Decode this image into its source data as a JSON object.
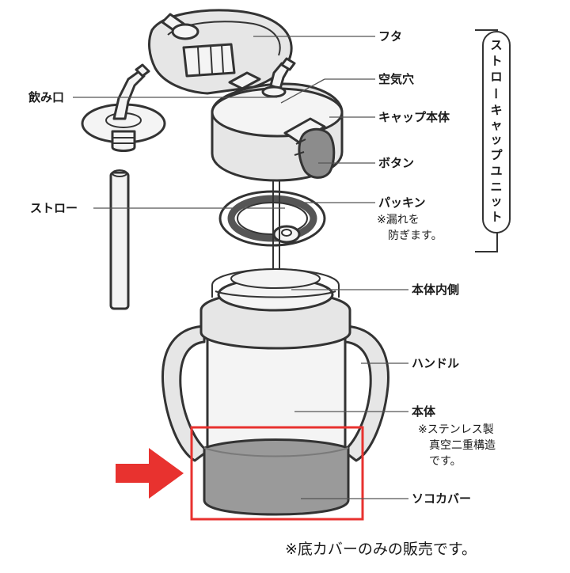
{
  "labels": {
    "futa": "フタ",
    "kuukiana": "空気穴",
    "cap_hontai": "キャップ本体",
    "botan": "ボタン",
    "packing": "パッキン",
    "packing_note_1": "※漏れを",
    "packing_note_2": "防ぎます。",
    "nomikuchi": "飲み口",
    "straw": "ストロー",
    "hontai_uchigawa": "本体内側",
    "handle": "ハンドル",
    "hontai": "本体",
    "hontai_note_1": "※ステンレス製",
    "hontai_note_2": "真空二重構造",
    "hontai_note_3": "です。",
    "soko_cover": "ソコカバー"
  },
  "unit_bracket_label": [
    "ス",
    "ト",
    "ロ",
    "ー",
    "キ",
    "ャ",
    "ッ",
    "プ",
    "ユ",
    "ニ",
    "ッ",
    "ト"
  ],
  "footer": "※底カバーのみの販売です。",
  "colors": {
    "highlight_red": "#e8322f",
    "part_outline": "#333333",
    "part_fill": "#e6e6e6",
    "bottom_cover_fill": "#9a9a9a"
  }
}
